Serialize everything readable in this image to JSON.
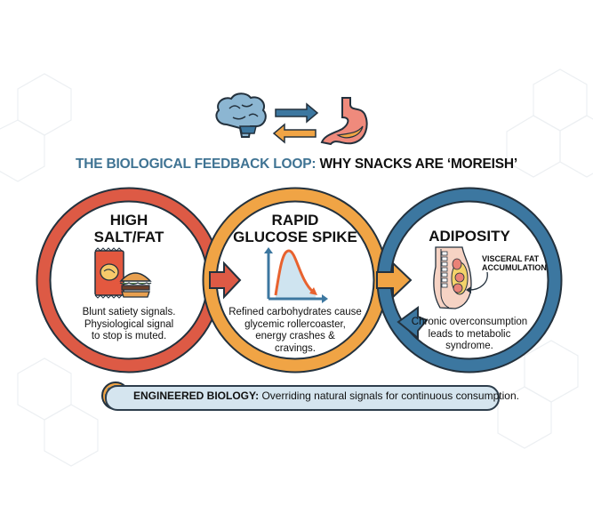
{
  "title": {
    "part1": "THE BIOLOGICAL FEEDBACK LOOP:",
    "part2": "WHY SNACKS ARE ‘MOREISH’"
  },
  "colors": {
    "red": "#dd5a45",
    "orange": "#f0a445",
    "blue": "#3c77a0",
    "outline": "#23313d",
    "title_blue": "#3f7393",
    "banner_fill": "#d5e5ef"
  },
  "top_icons": [
    "brain-icon",
    "arrow-right-icon",
    "arrow-left-icon",
    "stomach-icon"
  ],
  "stages": [
    {
      "heading_line1": "HIGH",
      "heading_line2": "SALT/FAT",
      "icon": "snack-bag-burger-icon",
      "desc_line1": "Blunt satiety signals.",
      "desc_line2": "Physiological signal",
      "desc_line3": "to stop is muted."
    },
    {
      "heading_line1": "RAPID",
      "heading_line2": "GLUCOSE SPIKE",
      "icon": "glucose-curve-icon",
      "desc_line1": "Refined carbohydrates cause",
      "desc_line2": "glycemic rollercoaster,",
      "desc_line3": "energy crashes &",
      "desc_line4": "cravings."
    },
    {
      "heading_line1": "ADIPOSITY",
      "icon": "abdomen-visceral-fat-icon",
      "callout_line1": "VISCERAL FAT",
      "callout_line2": "ACCUMULATION",
      "desc_line1": "Chronic overconsumption",
      "desc_line2": "leads to metabolic",
      "desc_line3": "syndrome."
    }
  ],
  "banner": {
    "icon": "gear-icon",
    "bold": "ENGINEERED BIOLOGY:",
    "text": " Overriding natural signals for continuous consumption."
  }
}
